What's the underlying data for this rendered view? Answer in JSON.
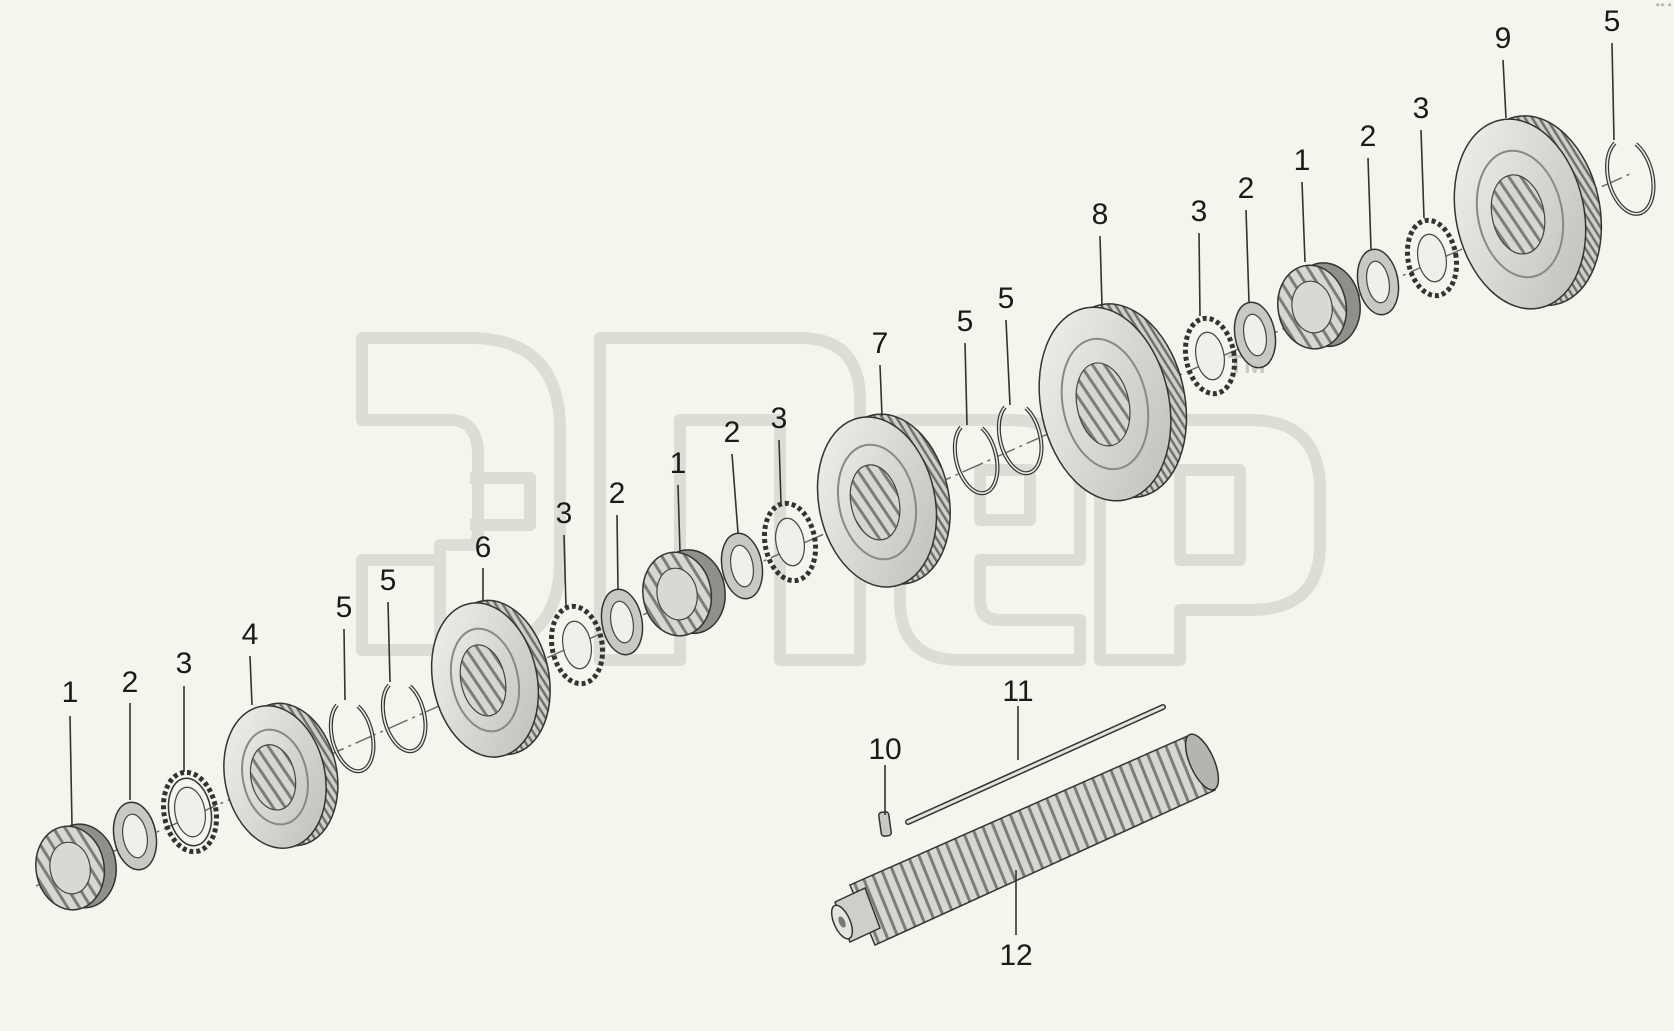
{
  "watermark": {
    "text": "Эпер",
    "mark": "TM"
  },
  "corner_mark": "°° °",
  "callouts": [
    {
      "id": "c-1a",
      "text": "1"
    },
    {
      "id": "c-2a",
      "text": "2"
    },
    {
      "id": "c-3a",
      "text": "3"
    },
    {
      "id": "c-4",
      "text": "4"
    },
    {
      "id": "c-5a",
      "text": "5"
    },
    {
      "id": "c-5b",
      "text": "5"
    },
    {
      "id": "c-6",
      "text": "6"
    },
    {
      "id": "c-3b",
      "text": "3"
    },
    {
      "id": "c-2b",
      "text": "2"
    },
    {
      "id": "c-1b",
      "text": "1"
    },
    {
      "id": "c-2c",
      "text": "2"
    },
    {
      "id": "c-3c",
      "text": "3"
    },
    {
      "id": "c-7",
      "text": "7"
    },
    {
      "id": "c-5c",
      "text": "5"
    },
    {
      "id": "c-5d",
      "text": "5"
    },
    {
      "id": "c-8",
      "text": "8"
    },
    {
      "id": "c-3d",
      "text": "3"
    },
    {
      "id": "c-2d",
      "text": "2"
    },
    {
      "id": "c-1c",
      "text": "1"
    },
    {
      "id": "c-2e",
      "text": "2"
    },
    {
      "id": "c-3e",
      "text": "3"
    },
    {
      "id": "c-9",
      "text": "9"
    },
    {
      "id": "c-5e",
      "text": "5"
    },
    {
      "id": "c-10",
      "text": "10"
    },
    {
      "id": "c-11",
      "text": "11"
    },
    {
      "id": "c-12",
      "text": "12"
    }
  ]
}
